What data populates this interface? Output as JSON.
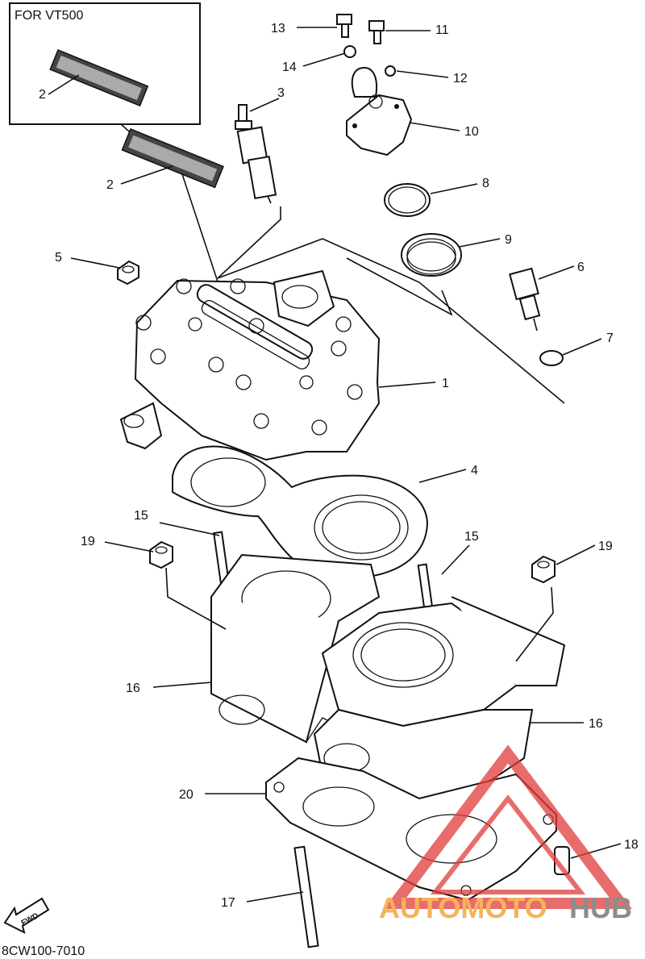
{
  "inset": {
    "title": "FOR VT500"
  },
  "callouts": [
    {
      "id": "l13",
      "text": "13"
    },
    {
      "id": "l11",
      "text": "11"
    },
    {
      "id": "l14",
      "text": "14"
    },
    {
      "id": "l12",
      "text": "12"
    },
    {
      "id": "l10",
      "text": "10"
    },
    {
      "id": "l3",
      "text": "3"
    },
    {
      "id": "l2a",
      "text": "2"
    },
    {
      "id": "l2b",
      "text": "2"
    },
    {
      "id": "l8",
      "text": "8"
    },
    {
      "id": "l9",
      "text": "9"
    },
    {
      "id": "l5",
      "text": "5"
    },
    {
      "id": "l6",
      "text": "6"
    },
    {
      "id": "l7",
      "text": "7"
    },
    {
      "id": "l1",
      "text": "1"
    },
    {
      "id": "l4",
      "text": "4"
    },
    {
      "id": "l15a",
      "text": "15"
    },
    {
      "id": "l15b",
      "text": "15"
    },
    {
      "id": "l19a",
      "text": "19"
    },
    {
      "id": "l19b",
      "text": "19"
    },
    {
      "id": "l16a",
      "text": "16"
    },
    {
      "id": "l16b",
      "text": "16"
    },
    {
      "id": "l20",
      "text": "20"
    },
    {
      "id": "l18",
      "text": "18"
    },
    {
      "id": "l17",
      "text": "17"
    }
  ],
  "arrow_label": "FWD",
  "diagram_code": "8CW100-7010",
  "watermark": {
    "part1": "AUTOMOTO",
    "part2": "HUB",
    "accent": "#e23b3b",
    "gold": "#f5b35a",
    "gray": "#8d8d8d"
  }
}
